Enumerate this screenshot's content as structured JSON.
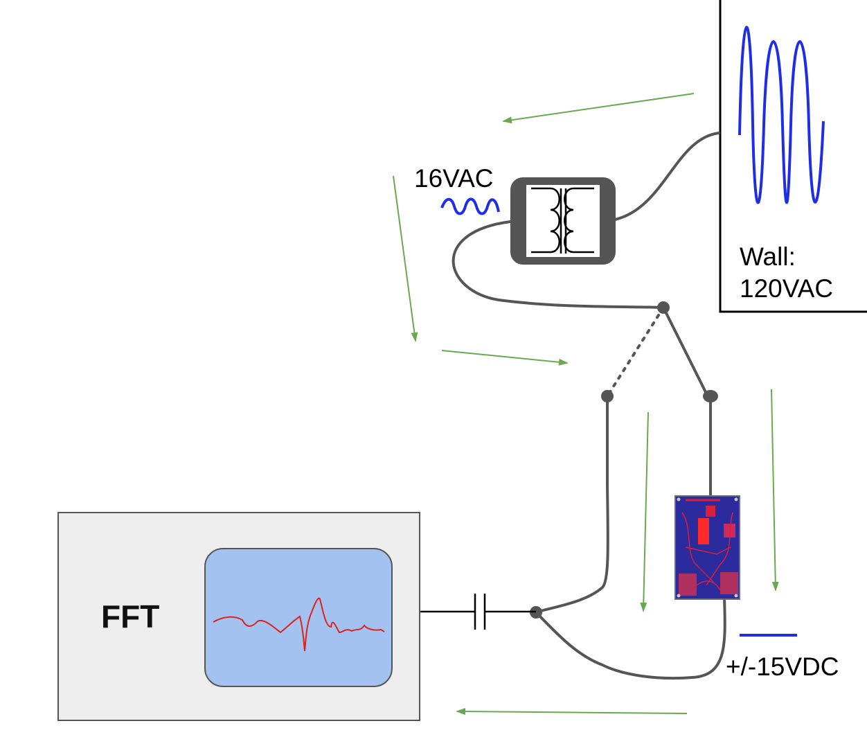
{
  "labels": {
    "ac_low": "16VAC",
    "wall_line1": "Wall:",
    "wall_line2": "120VAC",
    "dc_supply": "+/-15VDC",
    "analyzer": "FFT"
  },
  "colors": {
    "wire": "#555555",
    "arrow": "#6aa84f",
    "signal": "#1f2ee6",
    "trace": "#e0201c",
    "screen": "#a4c2f0",
    "analyzer_body": "#eeeeee",
    "pcb_board": "#2b2b9e",
    "pcb_copper": "#d81f3c"
  },
  "icons": {
    "transformer": "transformer-icon",
    "capacitor": "capacitor-icon",
    "pcb": "pcb-board-icon",
    "wall_wave": "sine-wave-icon"
  }
}
